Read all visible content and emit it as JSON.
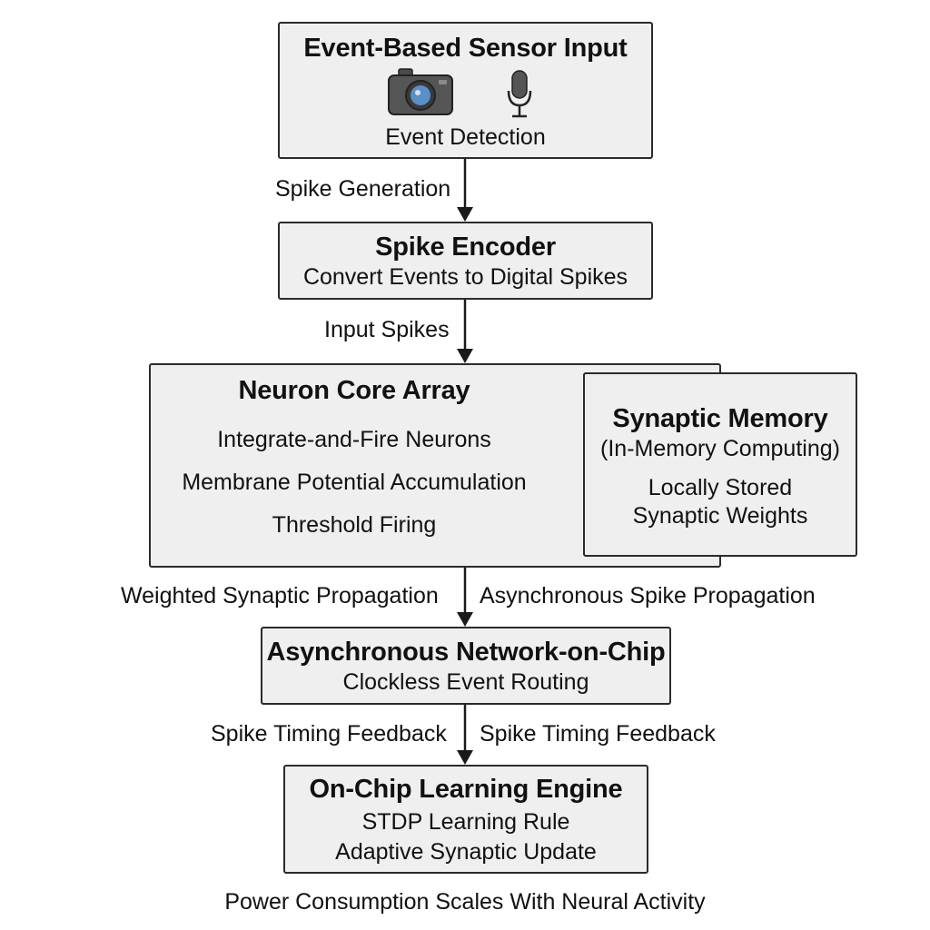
{
  "nodes": {
    "sensor": {
      "title": "Event-Based Sensor Input",
      "subtitle": "Event Detection",
      "icons": [
        "camera-icon",
        "microphone-icon"
      ]
    },
    "encoder": {
      "title": "Spike Encoder",
      "subtitle": "Convert Events to Digital Spikes"
    },
    "neuron_core": {
      "title": "Neuron Core Array",
      "lines": [
        "Integrate-and-Fire Neurons",
        "Membrane Potential Accumulation",
        "Threshold Firing"
      ]
    },
    "synaptic_memory": {
      "title": "Synaptic Memory",
      "subtitle": "(In-Memory Computing)",
      "lines": [
        "Locally Stored",
        "Synaptic Weights"
      ]
    },
    "noc": {
      "title": "Asynchronous Network-on-Chip",
      "subtitle": "Clockless Event Routing"
    },
    "learning": {
      "title": "On-Chip Learning Engine",
      "lines": [
        "STDP Learning Rule",
        "Adaptive Synaptic Update"
      ]
    }
  },
  "edges": {
    "spike_generation": "Spike Generation",
    "input_spikes": "Input Spikes",
    "weighted_propagation": "Weighted Synaptic Propagation",
    "async_propagation": "Asynchronous Spike Propagation",
    "feedback_left": "Spike Timing Feedback",
    "feedback_right": "Spike Timing Feedback"
  },
  "footer": "Power Consumption Scales With Neural Activity",
  "colors": {
    "box_fill": "#efefef",
    "border": "#2b2b2b",
    "text": "#111111",
    "camera_lens": "#5b8fc7"
  }
}
